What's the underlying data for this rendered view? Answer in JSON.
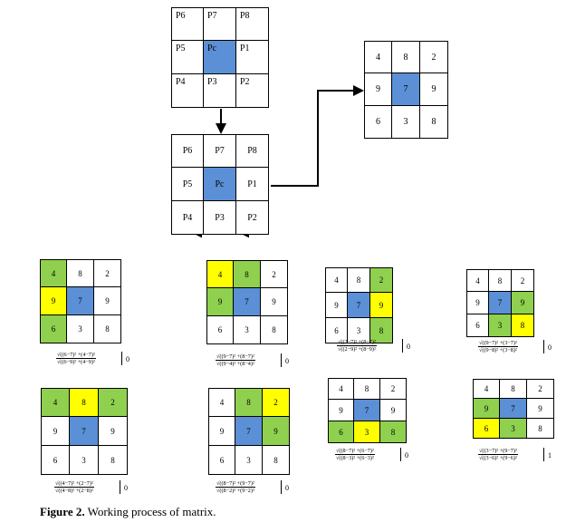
{
  "top_matrix": {
    "cells": [
      [
        "P6",
        "P7",
        "P8"
      ],
      [
        "P5",
        "Pc",
        "P1"
      ],
      [
        "P4",
        "P3",
        "P2"
      ]
    ]
  },
  "mid_matrix": {
    "cells": [
      [
        "P6",
        "P7",
        "P8"
      ],
      [
        "P5",
        "Pc",
        "P1"
      ],
      [
        "P4",
        "P3",
        "P2"
      ]
    ]
  },
  "right_matrix": {
    "cells": [
      [
        "4",
        "8",
        "2"
      ],
      [
        "9",
        "7",
        "9"
      ],
      [
        "6",
        "3",
        "8"
      ]
    ]
  },
  "example_values": [
    [
      "4",
      "8",
      "2"
    ],
    [
      "9",
      "7",
      "9"
    ],
    [
      "6",
      "3",
      "8"
    ]
  ],
  "examples": [
    {
      "num": "√((6−7)² +(4−7)²",
      "den": "√((6−9)² +(4−9)²",
      "value": "0"
    },
    {
      "num": "√((9−7)² +(8−7)²",
      "den": "√((9−4)² +(8−4)²",
      "value": "0"
    },
    {
      "num": "√((2−7)² +(8−7)²",
      "den": "√((2−9)² +(8−9)²",
      "value": "0"
    },
    {
      "num": "√((9−7)² +(3−7)²",
      "den": "√((9−8)² +(3−8)²",
      "value": "0"
    },
    {
      "num": "√((4−7)² +(2−7)²",
      "den": "√((4−8)² +(2−8)²",
      "value": "0"
    },
    {
      "num": "√((8−7)² +(9−7)²",
      "den": "√((8−2)² +(9−2)²",
      "value": "0"
    },
    {
      "num": "√((8−7)² +(6−7)²",
      "den": "√((8−3)² +(6−3)²",
      "value": "0"
    },
    {
      "num": "√((3−7)² +(9−7)²",
      "den": "√((3−6)² +(9−6)²",
      "value": "1"
    }
  ],
  "caption": {
    "label": "Figure 2.",
    "text": " Working process of matrix."
  },
  "colors": {
    "blue": "#5b8fd6",
    "green": "#8fd04f",
    "yellow": "#ffff00",
    "border": "#000000",
    "bg": "#ffffff"
  }
}
